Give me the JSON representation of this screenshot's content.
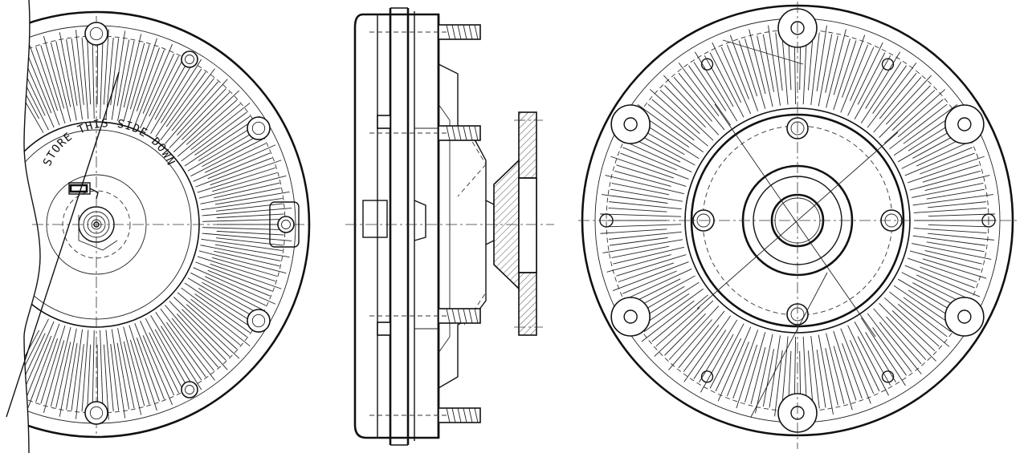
{
  "drawing": {
    "views": [
      {
        "id": "front-partial",
        "label_text": "STORE THIS SIDE DOWN"
      },
      {
        "id": "side-section"
      },
      {
        "id": "rear-full"
      }
    ]
  },
  "colors": {
    "line": "#111111",
    "background": "#ffffff"
  }
}
